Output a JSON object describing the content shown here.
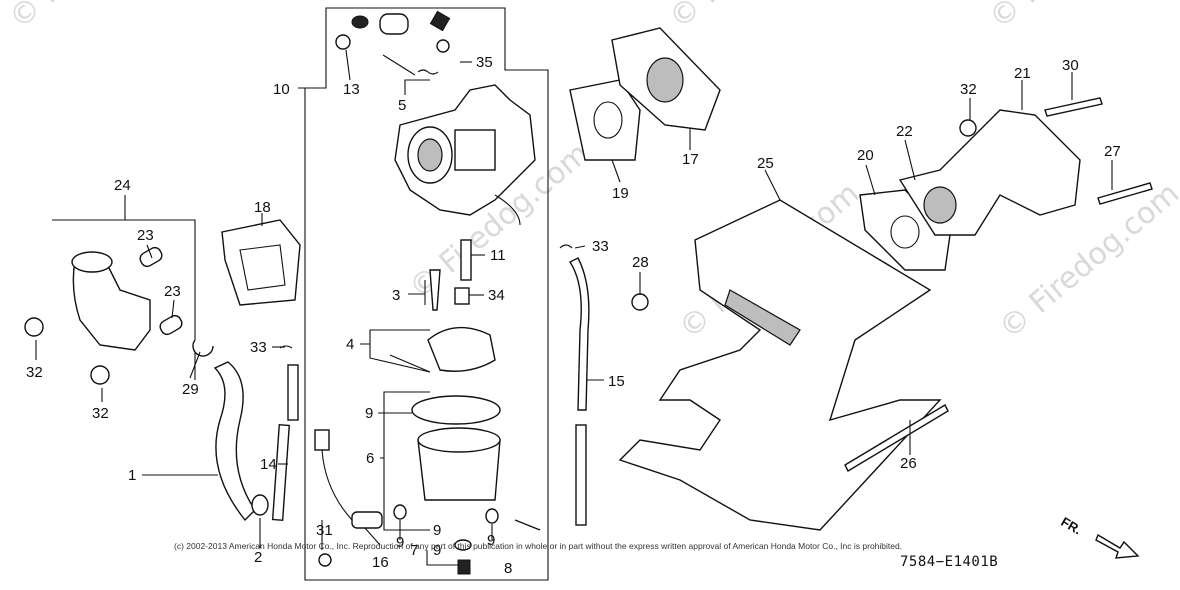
{
  "watermark": "© Firedog.com",
  "copyright": "(c) 2002-2013 American Honda Motor Co., Inc. Reproduction of any part of this publication in whole or in part without the express written approval of American Honda Motor Co., Inc is prohibited.",
  "drawing_number": "7584−E1401B",
  "direction_label": "FR.",
  "callouts": [
    "1",
    "2",
    "3",
    "4",
    "5",
    "6",
    "7",
    "8",
    "9",
    "9",
    "9",
    "9",
    "9",
    "10",
    "11",
    "13",
    "14",
    "15",
    "16",
    "17",
    "18",
    "19",
    "20",
    "21",
    "22",
    "23",
    "23",
    "24",
    "25",
    "26",
    "27",
    "28",
    "29",
    "30",
    "31",
    "32",
    "32",
    "32",
    "33",
    "33",
    "34",
    "35"
  ]
}
